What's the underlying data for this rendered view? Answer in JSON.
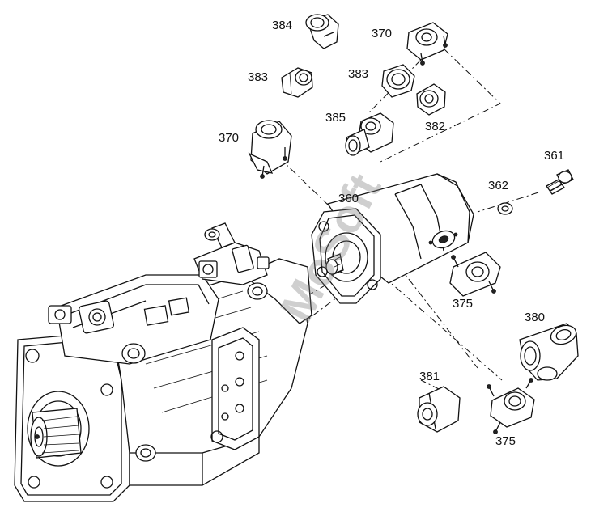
{
  "labels": {
    "l384": "384",
    "l370a": "370",
    "l383a": "383",
    "l383b": "383",
    "l385": "385",
    "l382": "382",
    "l370b": "370",
    "l361": "361",
    "l362": "362",
    "l360": "360",
    "l375a": "375",
    "l380": "380",
    "l381": "381",
    "l375b": "375"
  },
  "colors": {
    "line": "#111111",
    "watermark": "#777777",
    "background": "#ffffff"
  }
}
